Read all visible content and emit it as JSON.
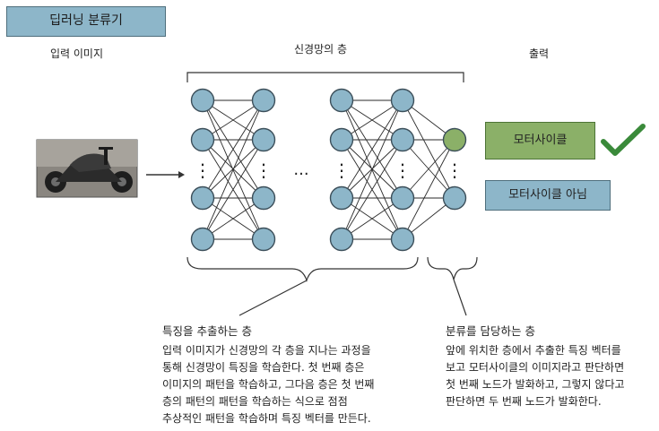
{
  "title": "딥러닝 분류기",
  "input_label": "입력 이미지",
  "network_label": "신경망의 층",
  "output_label": "출력",
  "outputs": {
    "motorcycle": "모터사이클",
    "not_motorcycle": "모터사이클 아님"
  },
  "ellipsis_v": "⋮",
  "ellipsis_h": "···",
  "feature_section": {
    "title": "특징을 추출하는 층",
    "body": "입력 이미지가 신경망의 각 층을 지나는 과정을\n통해 신경망이 특징을 학습한다. 첫 번째 층은\n이미지의 패턴을 학습하고, 그다음 층은 첫 번째\n층의 패턴의 패턴을 학습하는 식으로 점점\n추상적인 패턴을 학습하며 특징 벡터를 만든다."
  },
  "classifier_section": {
    "title": "분류를 담당하는 층",
    "body": "앞에 위치한 층에서 추출한 특징 벡터를\n보고 모터사이클의 이미지라고 판단하면\n첫 번째 노드가 발화하고, 그렇지 않다고\n판단하면 두 번째 노드가 발화한다."
  },
  "colors": {
    "node_fill": "#8db6c9",
    "node_stroke": "#3c4f5a",
    "active_node_fill": "#8bb068",
    "check": "#3a8a3a"
  },
  "icons": [
    "motorcycle-photo",
    "checkmark-icon",
    "arrow-right-icon"
  ]
}
